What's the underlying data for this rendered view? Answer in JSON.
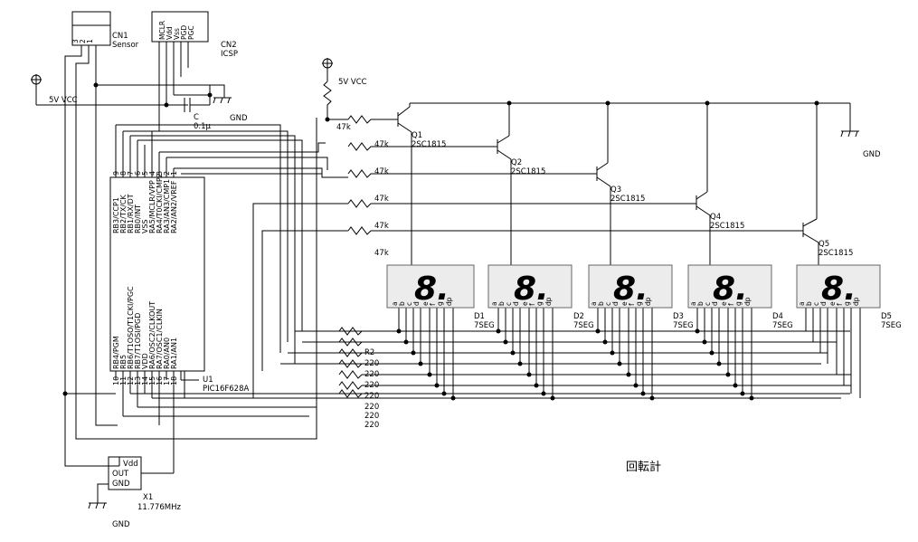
{
  "title": "回転計",
  "labels": {
    "cn1": "CN1",
    "cn1_name": "Sensor",
    "cn1_pins": [
      "3",
      "2",
      "1"
    ],
    "cn2": "CN2",
    "cn2_name": "ICSP",
    "cn2_pins": [
      "MCLR",
      "Vdd",
      "Vss",
      "PGD",
      "PGC"
    ],
    "vcc_left": "5V VCC",
    "vcc_top": "5V VCC",
    "gnd_right": "GND",
    "gnd_top": "GND",
    "gnd_bottom": "GND",
    "cap_name": "C",
    "cap_value": "0.1μ",
    "u1": "U1",
    "u1_part": "PIC16F628A",
    "x1": "X1",
    "x1_freq": "11.776MHz",
    "x1_pins": [
      "Vdd",
      "OUT",
      "GND"
    ],
    "r_base_value": "47k",
    "r_seg_name": "R2",
    "r_seg_value": "220",
    "seg_suffix": "7SEG",
    "seg_pin_letters": [
      "a",
      "b",
      "c",
      "d",
      "e",
      "f",
      "g",
      "dp"
    ]
  },
  "pic_top_pins": [
    {
      "num": "9",
      "name": "RB3/CCP1"
    },
    {
      "num": "8",
      "name": "RB2/TX/CK"
    },
    {
      "num": "7",
      "name": "RB1/RX/DT"
    },
    {
      "num": "6",
      "name": "RB0/INT"
    },
    {
      "num": "5",
      "name": "VSS"
    },
    {
      "num": "4",
      "name": "RA5/MCLR/VPP"
    },
    {
      "num": "3",
      "name": "RA4/T0CKI/CMP2"
    },
    {
      "num": "2",
      "name": "RA3/AN3/CMP1"
    },
    {
      "num": "1",
      "name": "RA2/AN2/VREF"
    }
  ],
  "pic_bottom_pins": [
    {
      "num": "10",
      "name": "RB4/PGM"
    },
    {
      "num": "11",
      "name": "RB5"
    },
    {
      "num": "12",
      "name": "RB6/T1OSO/T1CKI/PGC"
    },
    {
      "num": "13",
      "name": "RB7/T1OSI/PGD"
    },
    {
      "num": "14",
      "name": "VDD"
    },
    {
      "num": "15",
      "name": "RA6/OSC2/CLKOUT"
    },
    {
      "num": "16",
      "name": "RA7/OSC1/CLKIN"
    },
    {
      "num": "17",
      "name": "RA0/AN0"
    },
    {
      "num": "18",
      "name": "RA1/AN1"
    }
  ],
  "transistors": [
    {
      "ref": "Q1",
      "part": "2SC1815"
    },
    {
      "ref": "Q2",
      "part": "2SC1815"
    },
    {
      "ref": "Q3",
      "part": "2SC1815"
    },
    {
      "ref": "Q4",
      "part": "2SC1815"
    },
    {
      "ref": "Q5",
      "part": "2SC1815"
    }
  ],
  "displays": [
    {
      "ref": "D1",
      "digit": "8."
    },
    {
      "ref": "D2",
      "digit": "8."
    },
    {
      "ref": "D3",
      "digit": "8."
    },
    {
      "ref": "D4",
      "digit": "8."
    },
    {
      "ref": "D5",
      "digit": "8."
    }
  ],
  "base_resistors": [
    "47k",
    "47k",
    "47k",
    "47k",
    "47k",
    "47k"
  ],
  "seg_resistor_labels": [
    "R2",
    "220",
    "220",
    "220",
    "220",
    "220",
    "220",
    "220"
  ]
}
